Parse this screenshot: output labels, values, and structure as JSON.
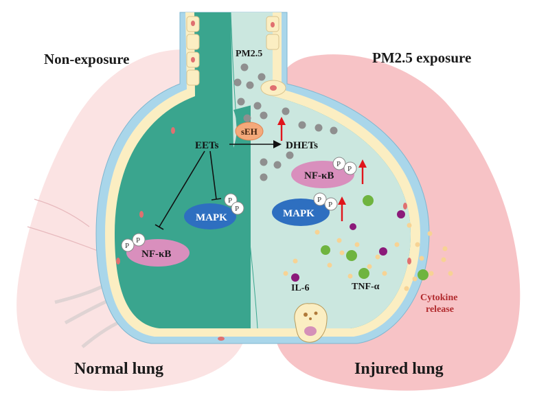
{
  "headings": {
    "non_exposure": "Non-exposure",
    "pm_exposure": "PM2.5 exposure",
    "normal_lung": "Normal lung",
    "injured_lung": "Injured lung"
  },
  "labels": {
    "pm25": "PM2.5",
    "seh": "sEH",
    "eets": "EETs",
    "dhets": "DHETs",
    "nfkb": "NF-κB",
    "mapk": "MAPK",
    "phospho": "P",
    "il6": "IL-6",
    "tnfa": "TNF-α",
    "cytokine_line1": "Cytokine",
    "cytokine_line2": "release"
  },
  "colors": {
    "lung_left": "#fbe3e3",
    "lung_right": "#f7c3c6",
    "alveolus_normal": "#3aa58e",
    "alveolus_injured": "#cbe7df",
    "membrane_blue": "#a9d6ea",
    "epithelium_yellow": "#fbeec2",
    "nfkb_pink": "#d98fbd",
    "mapk_blue": "#2e6fc0",
    "seh_orange": "#f4a97a",
    "pm_gray": "#8f8f8f",
    "il6_purple": "#8b1a7a",
    "tnf_green": "#6fb43f",
    "small_dot": "#f7d394",
    "up_arrow": "#e0151b",
    "cytokine_text": "#b12a2d"
  },
  "icons": {
    "increase": "up-arrow-icon",
    "inhibit": "inhibition-bar-icon",
    "convert": "right-arrow-icon"
  }
}
